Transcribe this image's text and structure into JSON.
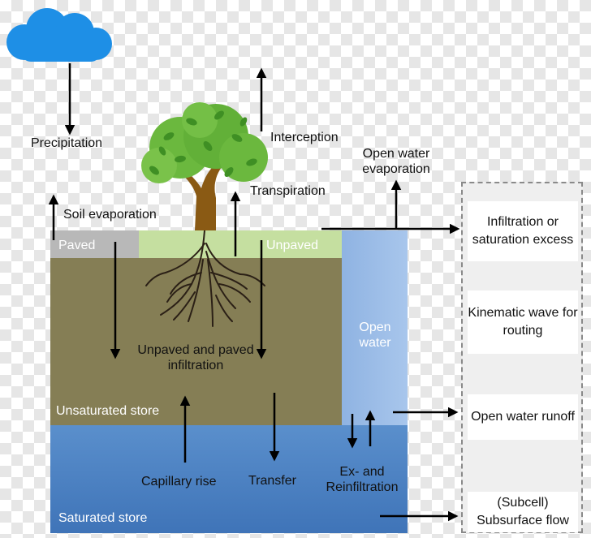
{
  "labels": {
    "precipitation": "Precipitation",
    "interception": "Interception",
    "open_water_evaporation": "Open water evaporation",
    "transpiration": "Transpiration",
    "soil_evaporation": "Soil evaporation",
    "paved": "Paved",
    "unpaved": "Unpaved",
    "open_water": "Open water",
    "unpaved_paved_infiltration": "Unpaved and paved infiltration",
    "unsaturated_store": "Unsaturated store",
    "saturated_store": "Saturated store",
    "capillary_rise": "Capillary rise",
    "transfer": "Transfer",
    "ex_reinfiltration": "Ex- and Reinfiltration"
  },
  "outputs": {
    "infiltration_excess": "Infiltration or saturation excess",
    "kinematic_wave": "Kinematic wave for routing",
    "open_water_runoff": "Open water runoff",
    "subsurface_flow": "(Subcell) Subsurface flow"
  },
  "colors": {
    "cloud": "#1e8fe6",
    "paved": "#b8b8b8",
    "unpaved": "#c5dfa0",
    "soil": "#857e55",
    "saturated": "#4a7fc0",
    "open_water": "#9dbde6",
    "leaf": "#5aa832",
    "trunk": "#8a5a14",
    "root": "#3a2a1a"
  }
}
